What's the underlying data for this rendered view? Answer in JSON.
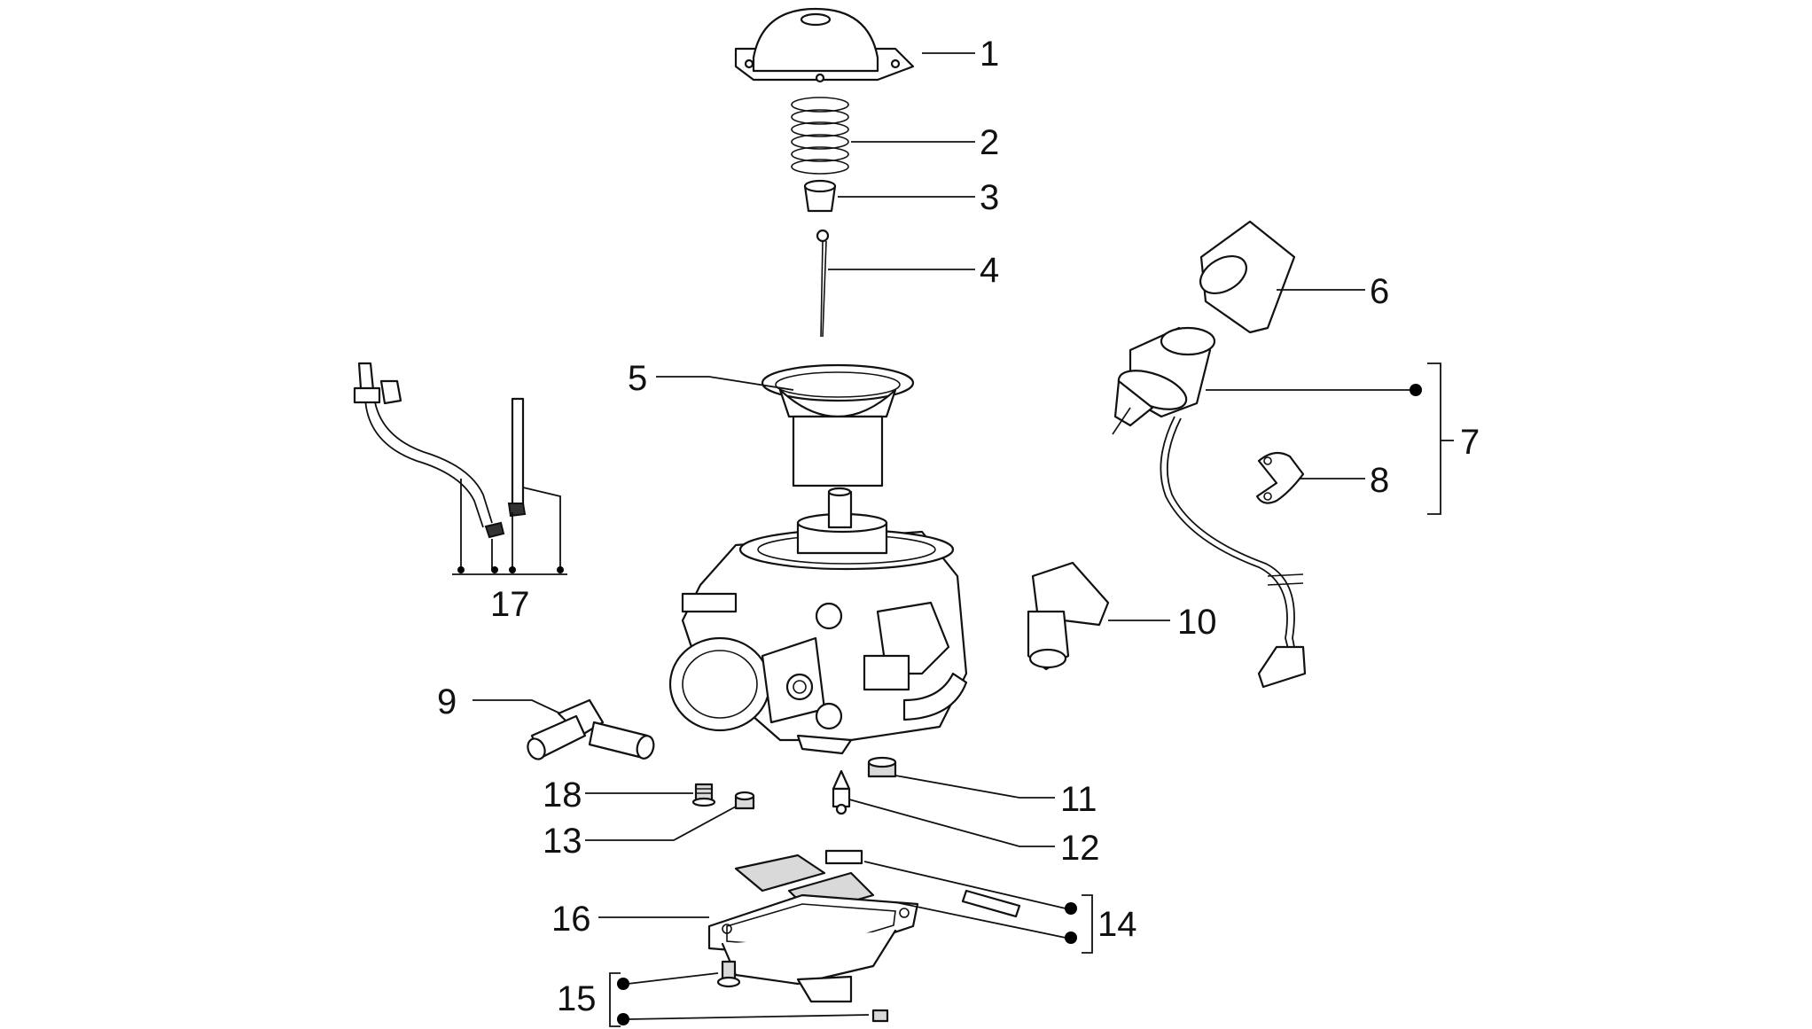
{
  "callouts": [
    {
      "id": "1",
      "label": "1"
    },
    {
      "id": "2",
      "label": "2"
    },
    {
      "id": "3",
      "label": "3"
    },
    {
      "id": "4",
      "label": "4"
    },
    {
      "id": "5",
      "label": "5"
    },
    {
      "id": "6",
      "label": "6"
    },
    {
      "id": "7",
      "label": "7"
    },
    {
      "id": "8",
      "label": "8"
    },
    {
      "id": "9",
      "label": "9"
    },
    {
      "id": "10",
      "label": "10"
    },
    {
      "id": "11",
      "label": "11"
    },
    {
      "id": "12",
      "label": "12"
    },
    {
      "id": "13",
      "label": "13"
    },
    {
      "id": "14",
      "label": "14"
    },
    {
      "id": "15",
      "label": "15"
    },
    {
      "id": "16",
      "label": "16"
    },
    {
      "id": "17",
      "label": "17"
    },
    {
      "id": "18",
      "label": "18"
    }
  ],
  "colors": {
    "line": "#111111",
    "background": "#ffffff",
    "shade": "#d9d9d9"
  }
}
